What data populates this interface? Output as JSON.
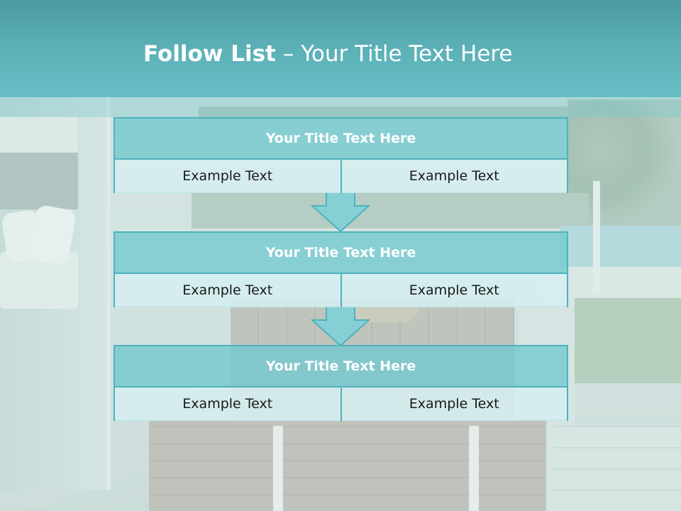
{
  "slide": {
    "title_bold": "Follow List",
    "title_rest": " – Your Title Text Here"
  },
  "steps": [
    {
      "title": "Your Title Text Here",
      "left": "Example Text",
      "right": "Example Text"
    },
    {
      "title": "Your Title Text Here",
      "left": "Example Text",
      "right": "Example Text"
    },
    {
      "title": "Your Title Text Here",
      "left": "Example Text",
      "right": "Example Text"
    }
  ],
  "colors": {
    "header": "#5db2b8",
    "box_border": "#4db3bd",
    "box_title_fill": "#74c9d0",
    "arrow_fill": "#86cfd5"
  }
}
